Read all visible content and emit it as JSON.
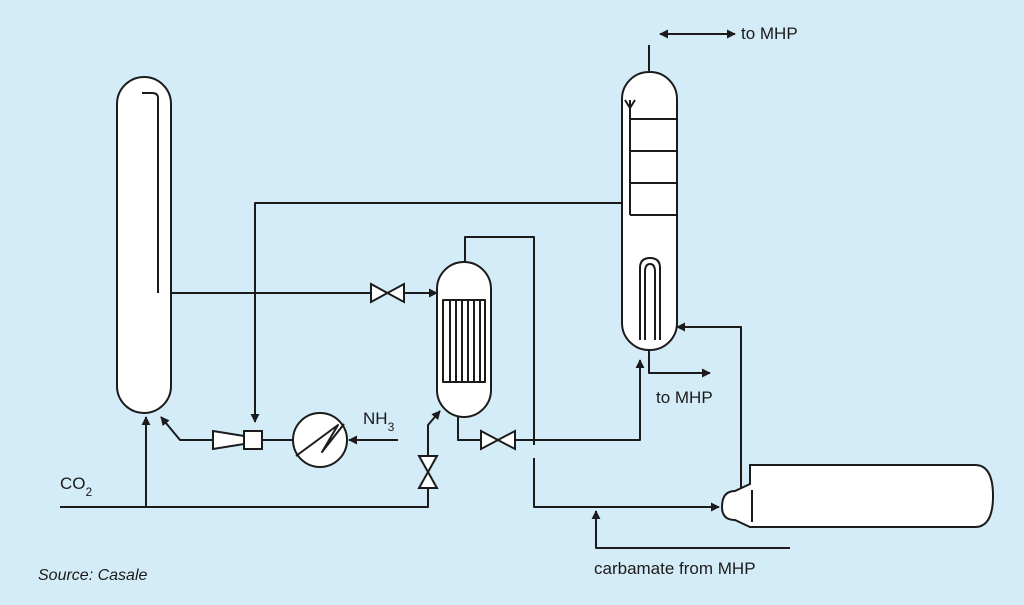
{
  "labels": {
    "to_mhp_top": "to MHP",
    "to_mhp_bottom": "to MHP",
    "nh3_main": "NH",
    "nh3_sub": "3",
    "co2_main": "CO",
    "co2_sub": "2",
    "carbamate": "carbamate from MHP",
    "source": "Source: Casale"
  },
  "colors": {
    "background": "#d4ecf7",
    "line": "#1b1b1b",
    "equipment_fill": "#ffffff"
  }
}
